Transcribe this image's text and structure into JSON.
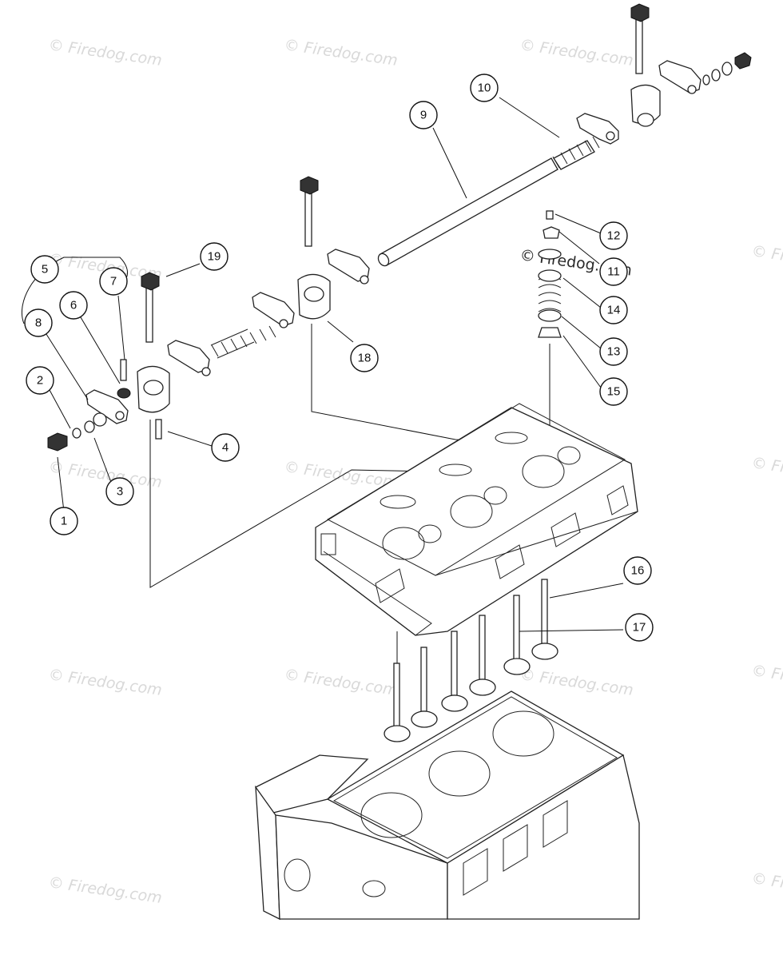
{
  "callouts": [
    {
      "id": "c1",
      "label": "1"
    },
    {
      "id": "c2",
      "label": "2"
    },
    {
      "id": "c3",
      "label": "3"
    },
    {
      "id": "c4",
      "label": "4"
    },
    {
      "id": "c5",
      "label": "5"
    },
    {
      "id": "c6",
      "label": "6"
    },
    {
      "id": "c7",
      "label": "7"
    },
    {
      "id": "c8",
      "label": "8"
    },
    {
      "id": "c9",
      "label": "9"
    },
    {
      "id": "c10",
      "label": "10"
    },
    {
      "id": "c11",
      "label": "11"
    },
    {
      "id": "c12",
      "label": "12"
    },
    {
      "id": "c13",
      "label": "13"
    },
    {
      "id": "c14",
      "label": "14"
    },
    {
      "id": "c15",
      "label": "15"
    },
    {
      "id": "c16",
      "label": "16"
    },
    {
      "id": "c17",
      "label": "17"
    },
    {
      "id": "c18",
      "label": "18"
    },
    {
      "id": "c19",
      "label": "19"
    }
  ],
  "watermark": {
    "text": "© Firedog.com",
    "center_text": "© Firedog.com"
  }
}
